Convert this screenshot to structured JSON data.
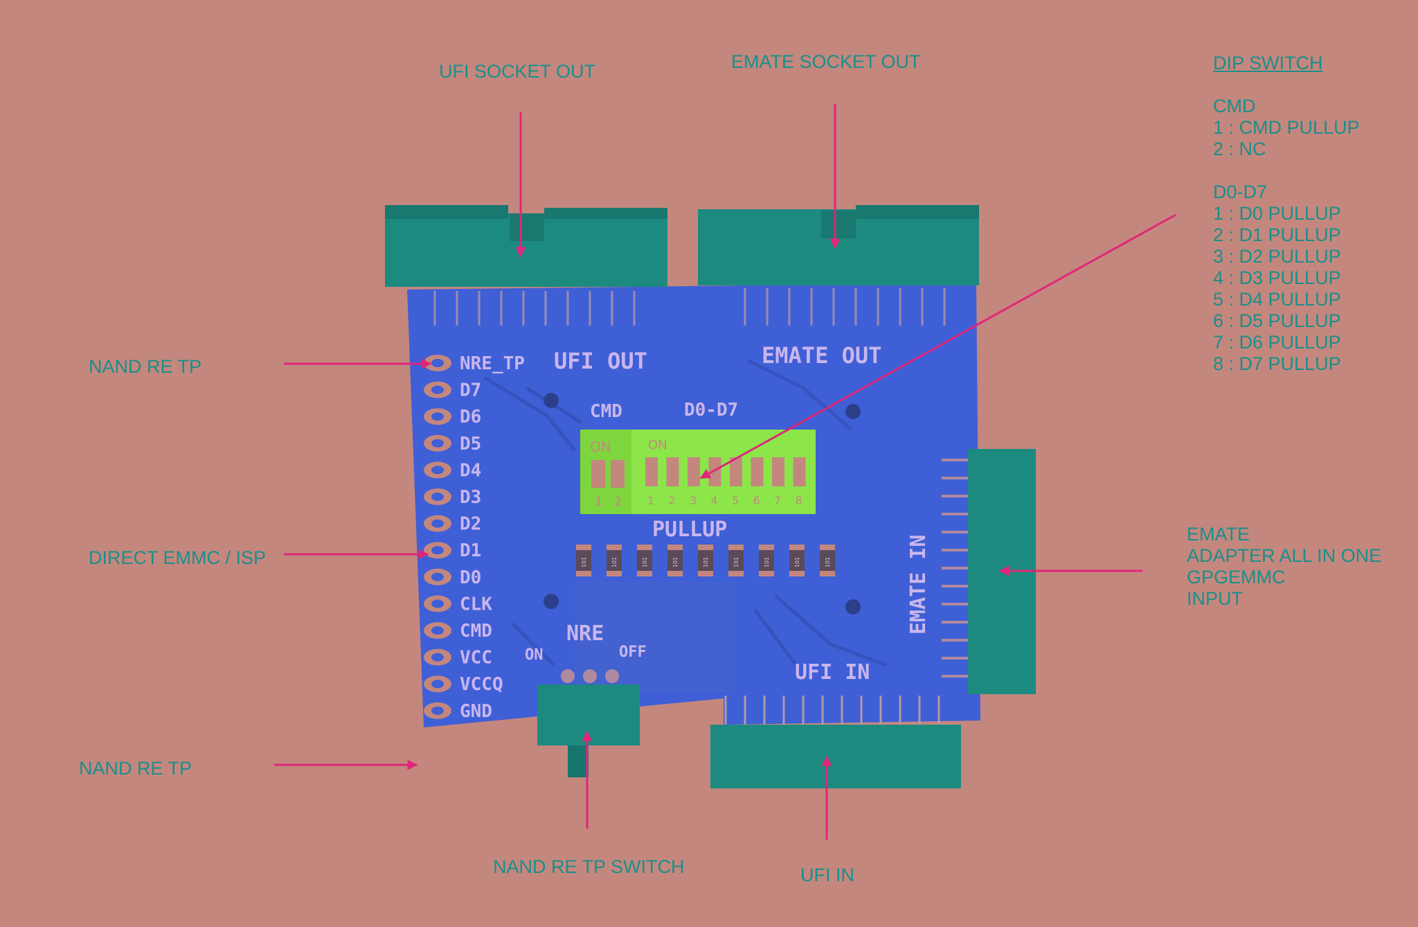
{
  "callouts": {
    "ufi_socket_out": "UFI SOCKET OUT",
    "emate_socket_out": "EMATE SOCKET OUT",
    "nand_re_tp_top": "NAND RE TP",
    "direct_emmc_isp": "DIRECT EMMC / ISP",
    "nand_re_tp_bottom": "NAND RE TP",
    "nand_re_tp_switch": "NAND RE TP SWITCH",
    "ufi_in": "UFI IN",
    "emate_adapter": [
      "EMATE",
      "ADAPTER ALL IN ONE",
      "GPGEMMC",
      "INPUT"
    ]
  },
  "dip_switch": {
    "title": "DIP SWITCH",
    "cmd_heading": "CMD",
    "cmd_items": [
      "1 : CMD PULLUP",
      "2 : NC"
    ],
    "data_heading": "D0-D7",
    "data_items": [
      "1 : D0 PULLUP",
      "2 : D1 PULLUP",
      "3 : D2 PULLUP",
      "4 : D3 PULLUP",
      "5 : D4 PULLUP",
      "6 : D5 PULLUP",
      "7 : D6 PULLUP",
      "8 : D7 PULLUP"
    ]
  },
  "board": {
    "pins": [
      "NRE_TP",
      "D7",
      "D6",
      "D5",
      "D4",
      "D3",
      "D2",
      "D1",
      "D0",
      "CLK",
      "CMD",
      "VCC",
      "VCCQ",
      "GND"
    ],
    "ufi_out": "UFI OUT",
    "emate_out": "EMATE OUT",
    "cmd": "CMD",
    "d0_d7": "D0-D7",
    "on": "ON",
    "pullup": "PULLUP",
    "nre": "NRE",
    "switch_on": "ON",
    "switch_off": "OFF",
    "emate_in": "EMATE IN",
    "ufi_in": "UFI IN",
    "switch_numbers": [
      "1",
      "2",
      "3",
      "4",
      "5",
      "6",
      "7",
      "8"
    ],
    "cmd_switch_numbers": [
      "1",
      "2"
    ],
    "resistor_marks": [
      "101",
      "101",
      "101",
      "101",
      "101",
      "101",
      "101",
      "101",
      "101"
    ]
  },
  "colors": {
    "background": "#c4877e",
    "pcb": "#3f5fd6",
    "connector": "#1d8a80",
    "dip_body": "#8ce64a",
    "arrow": "#e0267a",
    "text": "#1a8f8a",
    "silkscreen": "#c9b6ee"
  }
}
